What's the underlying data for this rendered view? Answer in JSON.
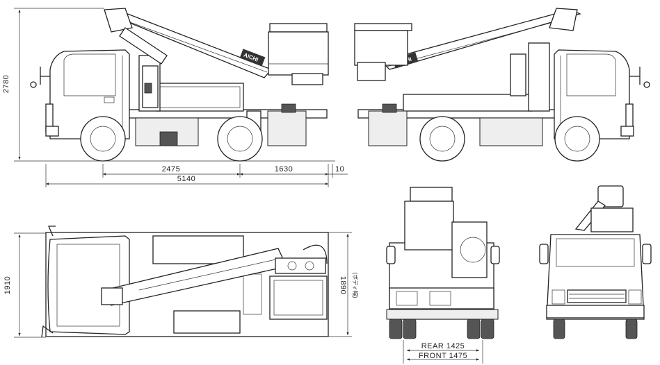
{
  "dimensions": {
    "height_total": "2780",
    "wheelbase": "2475",
    "rear_overhang": "1630",
    "rear_gap": "10",
    "length_total": "5140",
    "width_total": "1910",
    "width_body": "1890",
    "width_body_note": "(ボディ幅)",
    "rear_track": "REAR  1425",
    "front_track": "FRONT 1475"
  },
  "brand_logo_text": "AICHI",
  "views": [
    "side-left",
    "side-right",
    "top",
    "rear",
    "front"
  ]
}
